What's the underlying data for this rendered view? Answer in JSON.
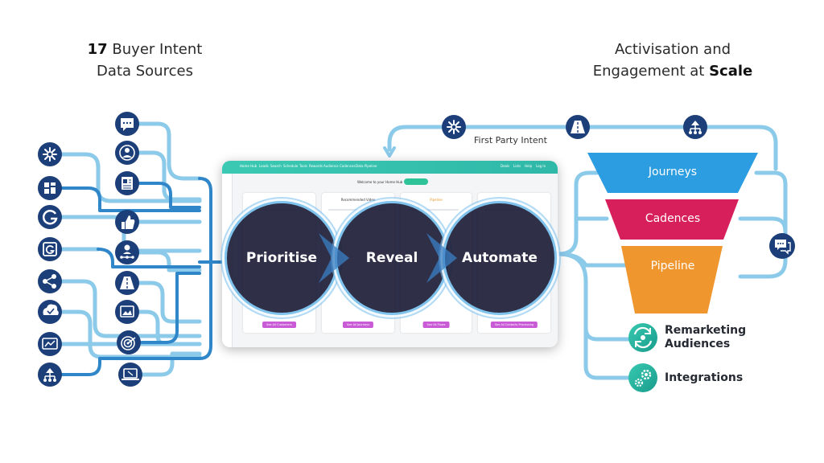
{
  "headings": {
    "left_number": "17",
    "left_line1_rest": " Buyer Intent",
    "left_line2": "Data Sources",
    "right_line1": "Activisation and",
    "right_line2_pre": "Engagement at ",
    "right_line2_bold": "Scale"
  },
  "first_party_label": "First Party Intent",
  "circles": [
    "Prioritise",
    "Reveal",
    "Automate"
  ],
  "funnel": {
    "stages": [
      {
        "label": "Journeys",
        "color": "#2b9de0"
      },
      {
        "label": "Cadences",
        "color": "#d71f5b"
      },
      {
        "label": "Pipeline",
        "color": "#f0962e"
      }
    ]
  },
  "outputs": [
    {
      "line1": "Remarketing",
      "line2": "Audiences"
    },
    {
      "line1": "Integrations",
      "line2": ""
    }
  ],
  "dashboard": {
    "nav": [
      "Home Hub",
      "Leads",
      "Search",
      "Schedule",
      "Tools",
      "Rewards",
      "Audience",
      "Cadences",
      "Data Pipeline"
    ],
    "nav_right": [
      "Deals",
      "Lists",
      "Help",
      "Log In"
    ],
    "welcome": "Welcome to your Home Hub",
    "card_titles": [
      "",
      "Recommended Video",
      "Pipeline",
      ""
    ],
    "buttons": [
      "See All Customers",
      "See All Journeys",
      "See All Flows",
      "See All Contacts Processing"
    ]
  },
  "colors": {
    "navy": "#1c3f7a",
    "line_light": "#8ccaea",
    "line_dark": "#2f86c9",
    "teal": "#1a9c8c",
    "teal_gradient_end": "#37c9b0"
  },
  "icons": {
    "left_col1": [
      "asterisk-icon",
      "grid-layout-icon",
      "g-logo-icon",
      "g-box-icon",
      "share-nodes-icon",
      "cloud-check-icon",
      "analytics-screen-icon",
      "network-tree-icon"
    ],
    "left_col2": [
      "chat-bubble-icon",
      "user-profile-icon",
      "news-document-icon",
      "thumbs-up-icon",
      "person-network-icon",
      "road-icon",
      "picture-frame-icon",
      "target-icon",
      "laptop-icon"
    ],
    "top": [
      "asterisk-icon",
      "road-icon",
      "network-tree-icon"
    ],
    "right": "chat-bubbles-icon",
    "outputs": [
      "refresh-target-icon",
      "gears-icon"
    ]
  }
}
